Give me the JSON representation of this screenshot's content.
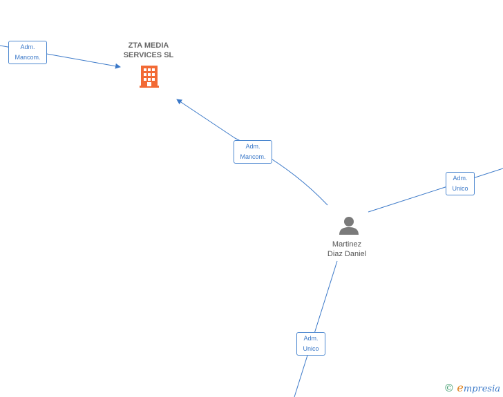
{
  "nodes": {
    "company": {
      "name_line1": "ZTA MEDIA",
      "name_line2": "SERVICES  SL",
      "icon": "building-icon",
      "color": "#f26a35"
    },
    "person": {
      "name_line1": "Martinez",
      "name_line2": "Diaz Daniel",
      "icon": "person-icon",
      "color": "#7a7a7a"
    }
  },
  "edges": [
    {
      "line1": "Adm.",
      "line2": "Mancom."
    },
    {
      "line1": "Adm.",
      "line2": "Mancom."
    },
    {
      "line1": "Adm.",
      "line2": "Unico"
    },
    {
      "line1": "Adm.",
      "line2": "Unico"
    }
  ],
  "colors": {
    "edge": "#3a78c8"
  },
  "watermark": {
    "symbol": "©",
    "initial": "e",
    "rest": "mpresia"
  }
}
